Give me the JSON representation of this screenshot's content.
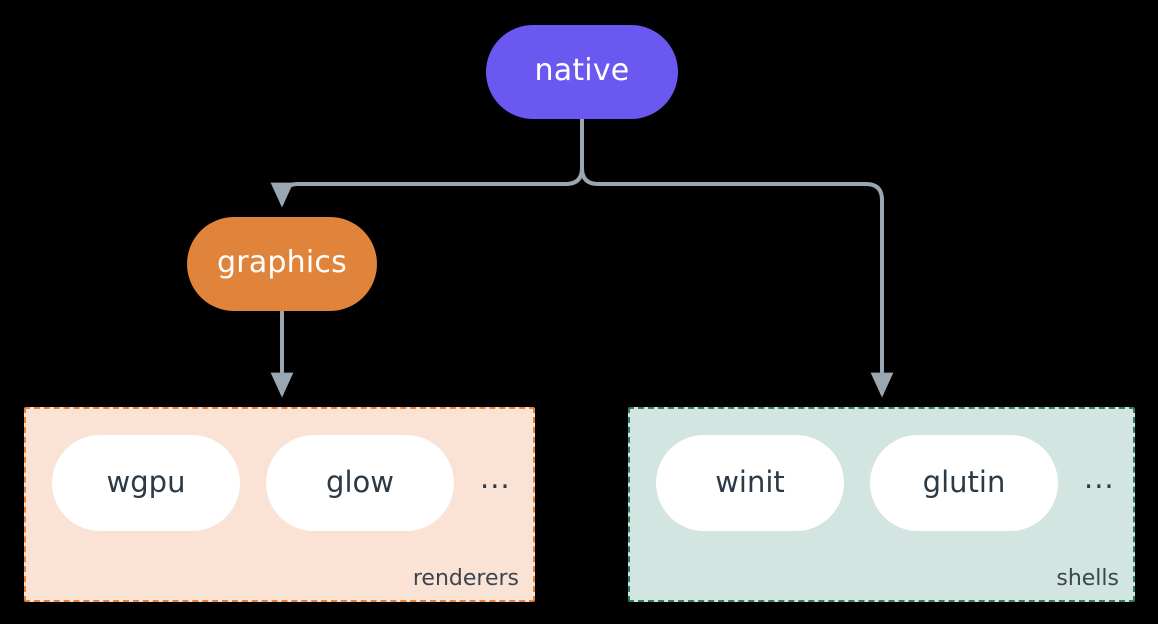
{
  "diagram": {
    "type": "flowchart",
    "direction": "top-down",
    "background_color": "#000000",
    "title": "native"
  },
  "nodes": [
    {
      "id": "native",
      "label": "native",
      "shape": "stadium",
      "fill_color": "#6A58F0",
      "text_color": "#FFFFFF"
    },
    {
      "id": "graphics",
      "label": "graphics",
      "shape": "stadium",
      "fill_color": "#E0843C",
      "text_color": "#FFFFFF"
    }
  ],
  "clusters": [
    {
      "id": "renderers",
      "title": "renderers",
      "fill_color": "#FAE3D4",
      "border_color": "#E8833A",
      "border_style": "dashed",
      "title_color": "#3B4651",
      "items": [
        {
          "label": "wgpu"
        },
        {
          "label": "glow"
        }
      ],
      "overflow_label": "..."
    },
    {
      "id": "shells",
      "title": "shells",
      "fill_color": "#D2E5E0",
      "border_color": "#2E7D6B",
      "border_style": "dashed",
      "title_color": "#3B4651",
      "items": [
        {
          "label": "winit"
        },
        {
          "label": "glutin"
        }
      ],
      "overflow_label": "..."
    }
  ],
  "edges": [
    {
      "id": "native-to-graphics",
      "from": "native",
      "to": "graphics",
      "arrow": "arrowhead",
      "color": "#99A7B2"
    },
    {
      "id": "native-to-shells",
      "from": "native",
      "to": "shells",
      "arrow": "arrowhead",
      "color": "#99A7B2"
    },
    {
      "id": "graphics-to-renderers",
      "from": "graphics",
      "to": "renderers",
      "arrow": "arrowhead",
      "color": "#99A7B2"
    }
  ],
  "colors": {
    "edge": "#99A7B2",
    "node_native": "#6A58F0",
    "node_graphics": "#E0843C",
    "cluster_renderers_fill": "#FAE3D4",
    "cluster_renderers_border": "#E8833A",
    "cluster_shells_fill": "#D2E5E0",
    "cluster_shells_border": "#2E7D6B",
    "pill_fill": "#FFFFFF",
    "pill_text": "#2B3A46",
    "background": "#000000"
  }
}
